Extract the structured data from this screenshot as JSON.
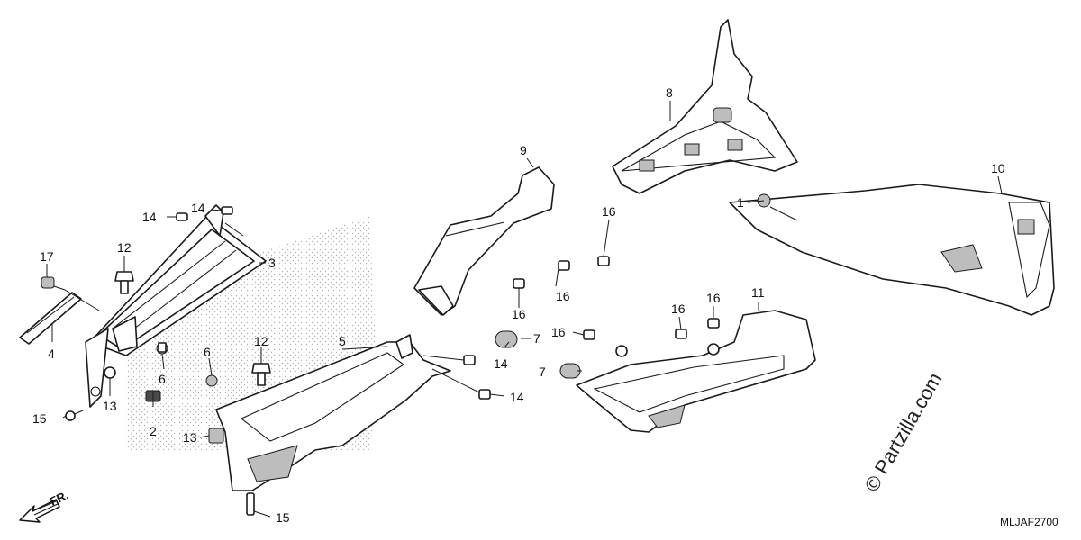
{
  "diagram": {
    "callouts": [
      {
        "id": "c1",
        "label": "1"
      },
      {
        "id": "c2",
        "label": "2"
      },
      {
        "id": "c3",
        "label": "3"
      },
      {
        "id": "c4",
        "label": "4"
      },
      {
        "id": "c5",
        "label": "5"
      },
      {
        "id": "c6a",
        "label": "6"
      },
      {
        "id": "c6b",
        "label": "6"
      },
      {
        "id": "c7a",
        "label": "7"
      },
      {
        "id": "c7b",
        "label": "7"
      },
      {
        "id": "c8",
        "label": "8"
      },
      {
        "id": "c9",
        "label": "9"
      },
      {
        "id": "c10",
        "label": "10"
      },
      {
        "id": "c11",
        "label": "11"
      },
      {
        "id": "c12a",
        "label": "12"
      },
      {
        "id": "c12b",
        "label": "12"
      },
      {
        "id": "c13a",
        "label": "13"
      },
      {
        "id": "c13b",
        "label": "13"
      },
      {
        "id": "c14a",
        "label": "14"
      },
      {
        "id": "c14b",
        "label": "14"
      },
      {
        "id": "c14c",
        "label": "14"
      },
      {
        "id": "c14d",
        "label": "14"
      },
      {
        "id": "c15a",
        "label": "15"
      },
      {
        "id": "c15b",
        "label": "15"
      },
      {
        "id": "c16a",
        "label": "16"
      },
      {
        "id": "c16b",
        "label": "16"
      },
      {
        "id": "c16c",
        "label": "16"
      },
      {
        "id": "c16d",
        "label": "16"
      },
      {
        "id": "c16e",
        "label": "16"
      },
      {
        "id": "c16f",
        "label": "16"
      },
      {
        "id": "c17",
        "label": "17"
      }
    ],
    "direction_label": "FR.",
    "diagram_code": "MLJAF2700",
    "watermark": "© Partzilla.com"
  },
  "colors": {
    "line": "#1a1a1a",
    "shade": "#bdbdbd",
    "background": "#ffffff"
  }
}
